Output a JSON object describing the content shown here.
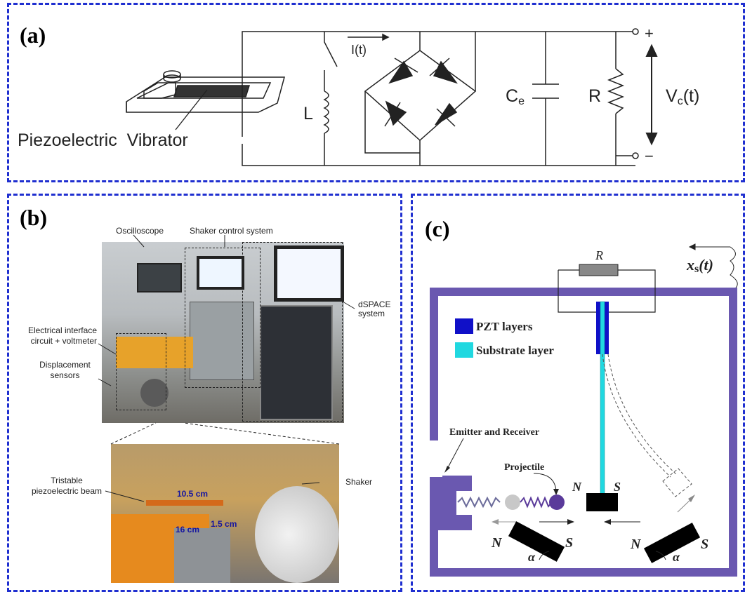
{
  "panel_a": {
    "label": "(a)",
    "vibrator_label": "Piezoelectric  Vibrator",
    "inductor_label": "L",
    "current_label": "I(t)",
    "capacitor_label": "C",
    "capacitor_sub": "e",
    "resistor_label": "R",
    "voltage_label": "V",
    "voltage_sub": "c",
    "voltage_suffix": "(t)",
    "plus_sign": "+",
    "minus_sign": "−"
  },
  "panel_b": {
    "label": "(b)",
    "callouts": {
      "oscilloscope": "Oscilloscope",
      "shaker_control": "Shaker control system",
      "dspace_line1": "dSPACE",
      "dspace_line2": "system",
      "interface_line1": "Electrical interface",
      "interface_line2": "circuit + voltmeter",
      "displacement_line1": "Displacement",
      "displacement_line2": "sensors",
      "beam_line1": "Tristable",
      "beam_line2": "piezoelectric beam",
      "shaker": "Shaker"
    },
    "dimensions": {
      "d1": "10.5 cm",
      "d2": "1.5 cm",
      "d3": "16 cm"
    }
  },
  "panel_c": {
    "label": "(c)",
    "resistor_label": "R",
    "excitation_label": "x",
    "excitation_sub": "s",
    "excitation_suffix": "(t)",
    "legend_pzt": "PZT layers",
    "legend_substrate": "Substrate layer",
    "emitter_label": "Emitter and Receiver",
    "projectile_label": "Projectile",
    "magnet_n": "N",
    "magnet_s": "S",
    "left_n": "N",
    "left_s": "S",
    "right_n": "N",
    "right_s": "S",
    "alpha_left": "α",
    "alpha_right": "α",
    "colors": {
      "frame": "#6a58b0",
      "pzt": "#1010c8",
      "substrate": "#20d8e0",
      "panel_border": "#1f2fd0"
    }
  }
}
